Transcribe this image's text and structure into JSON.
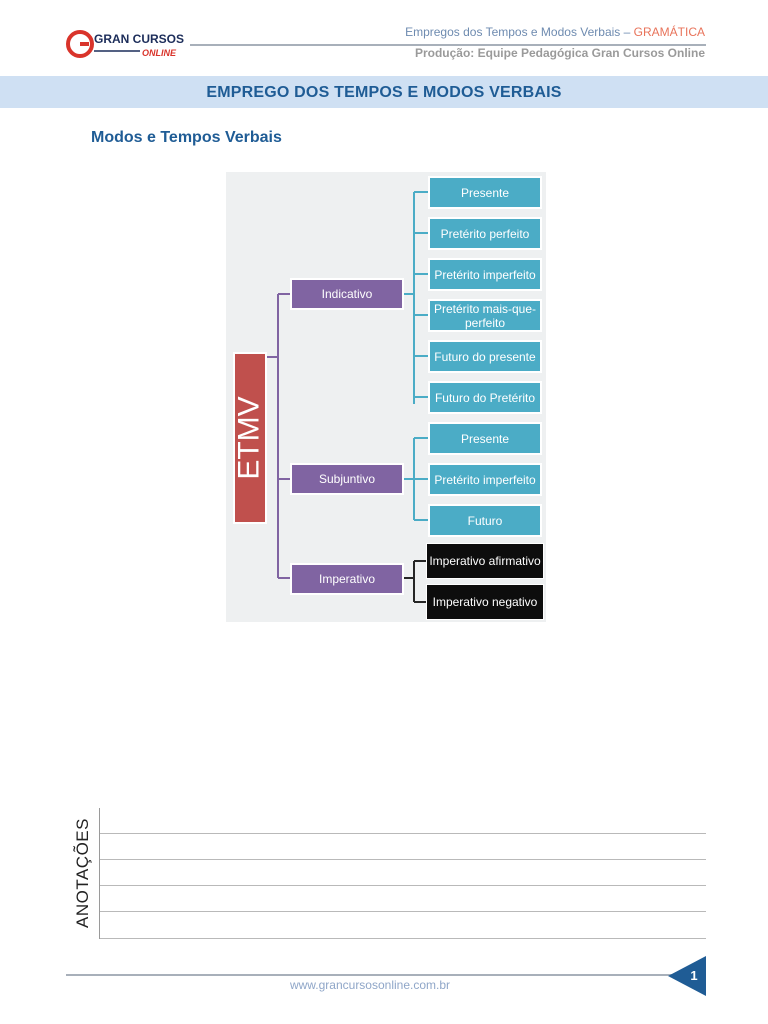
{
  "header": {
    "logo_text_1": "GRAN CURSOS",
    "logo_text_2": "ONLINE",
    "title": "Empregos dos Tempos e Modos Verbais – ",
    "subject": "GRAMÁTICA",
    "production": "Produção: Equipe Pedagógica Gran Cursos Online"
  },
  "banner": {
    "title": "EMPREGO DOS TEMPOS E MODOS VERBAIS"
  },
  "section": {
    "title": "Modos e Tempos Verbais"
  },
  "diagram": {
    "root": "ETMV",
    "modes": [
      {
        "label": "Indicativo",
        "tenses": [
          "Presente",
          "Pretérito perfeito",
          "Pretérito imperfeito",
          "Pretérito mais-que-perfeito",
          "Futuro do presente",
          "Futuro do Pretérito"
        ]
      },
      {
        "label": "Subjuntivo",
        "tenses": [
          "Presente",
          "Pretérito imperfeito",
          "Futuro"
        ]
      },
      {
        "label": "Imperativo",
        "tenses": [
          "Imperativo afirmativo",
          "Imperativo negativo"
        ]
      }
    ]
  },
  "annotations": {
    "label": "ANOTAÇÕES"
  },
  "footer": {
    "url": "www.grancursosonline.com.br",
    "page": "1"
  },
  "colors": {
    "accent": "#1f5c95",
    "teal": "#4bacc6",
    "purple": "#8064a2",
    "red": "#c0504d"
  }
}
